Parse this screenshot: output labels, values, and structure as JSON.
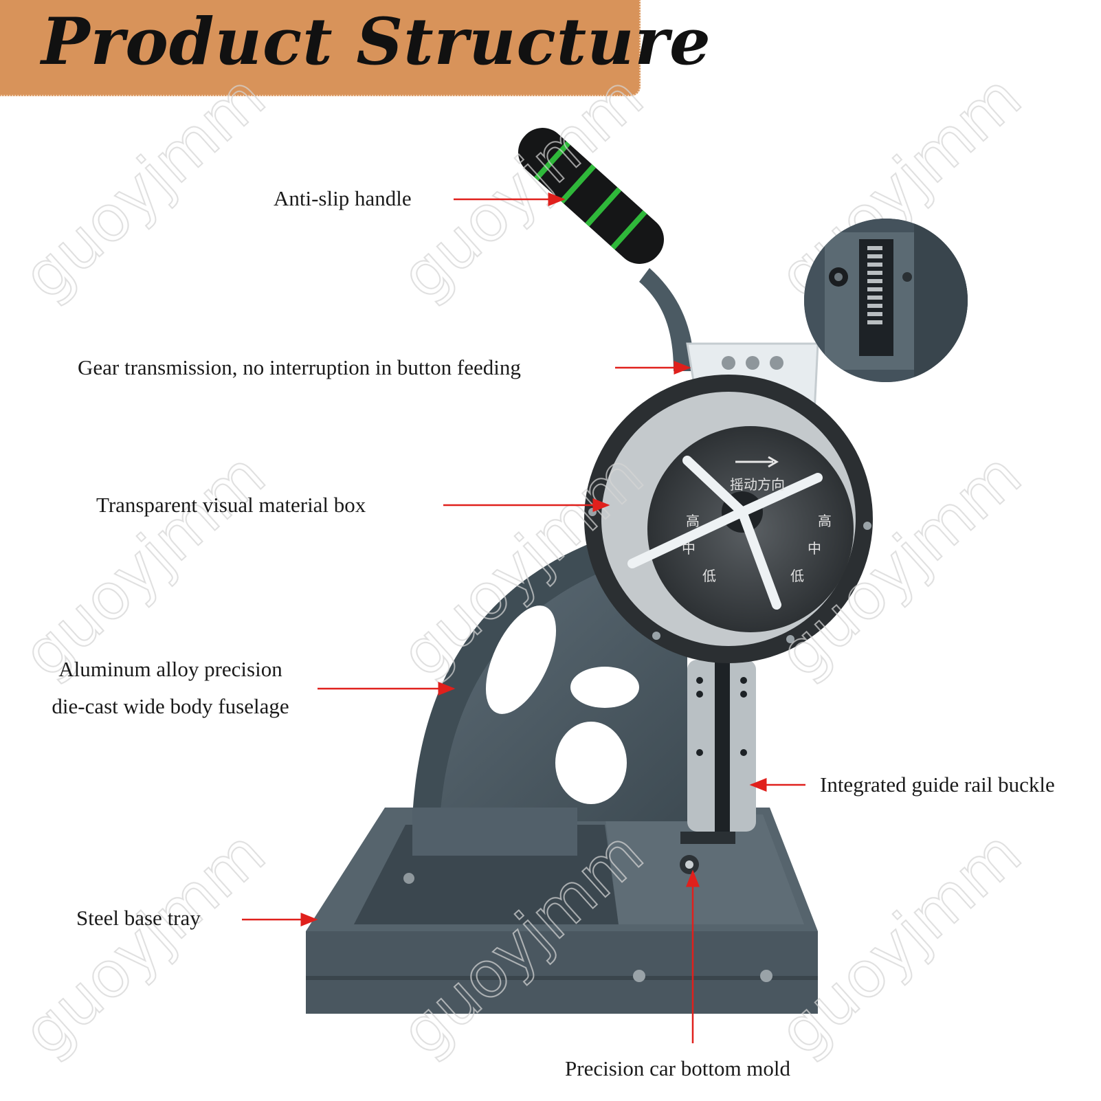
{
  "header": {
    "title": "Product Structure"
  },
  "labels": {
    "handle": "Anti-slip handle",
    "gear": "Gear transmission, no interruption in button feeding",
    "box": "Transparent visual material box",
    "body_line1": "Aluminum alloy precision",
    "body_line2": "die-cast wide body fuselage",
    "rail": "Integrated guide rail buckle",
    "base": "Steel base tray",
    "mold": "Precision car bottom mold"
  },
  "dial": {
    "direction": "摇动方向",
    "high": "高",
    "mid": "中",
    "low": "低"
  },
  "watermark": "guoyjmm",
  "colors": {
    "banner": "#d8935a",
    "machine": "#4b5a63",
    "arrow": "#e0201c",
    "grip_band": "#2fb83a"
  }
}
